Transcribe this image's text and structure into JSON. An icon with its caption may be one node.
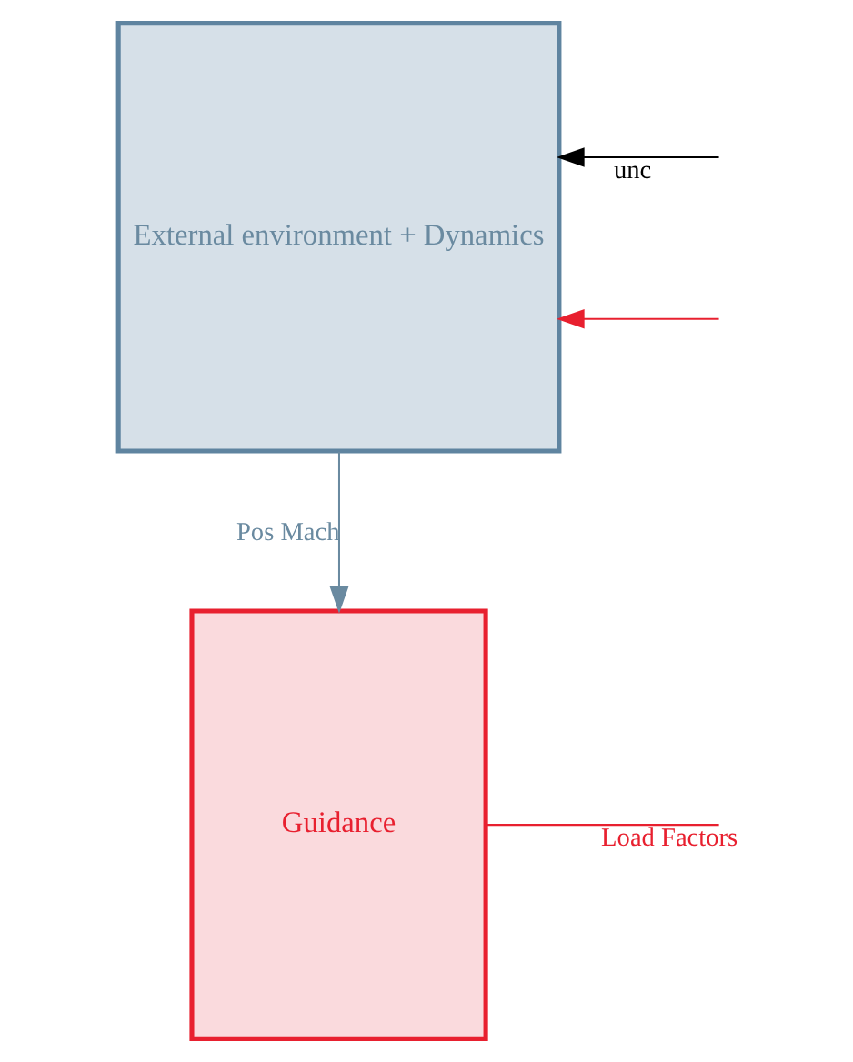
{
  "diagram": {
    "nodes": [
      {
        "text": [
          "Guidance"
        ]
      },
      {
        "text": [
          "External environment + Dynamics"
        ]
      }
    ],
    "edges": [
      {
        "from": 1,
        "to": 0,
        "arrow": "to",
        "label": "Pos Mach",
        "color": "#6a8aa0"
      },
      {
        "from": 0,
        "to": null,
        "arrow": "none",
        "label": "Load Factors",
        "color": "#e8202f"
      },
      {
        "from": null,
        "to": 1,
        "arrow": "to",
        "color": "#e8202f"
      },
      {
        "from": null,
        "to": 1,
        "arrow": "to",
        "label": "unc",
        "color": "#000000"
      }
    ]
  }
}
